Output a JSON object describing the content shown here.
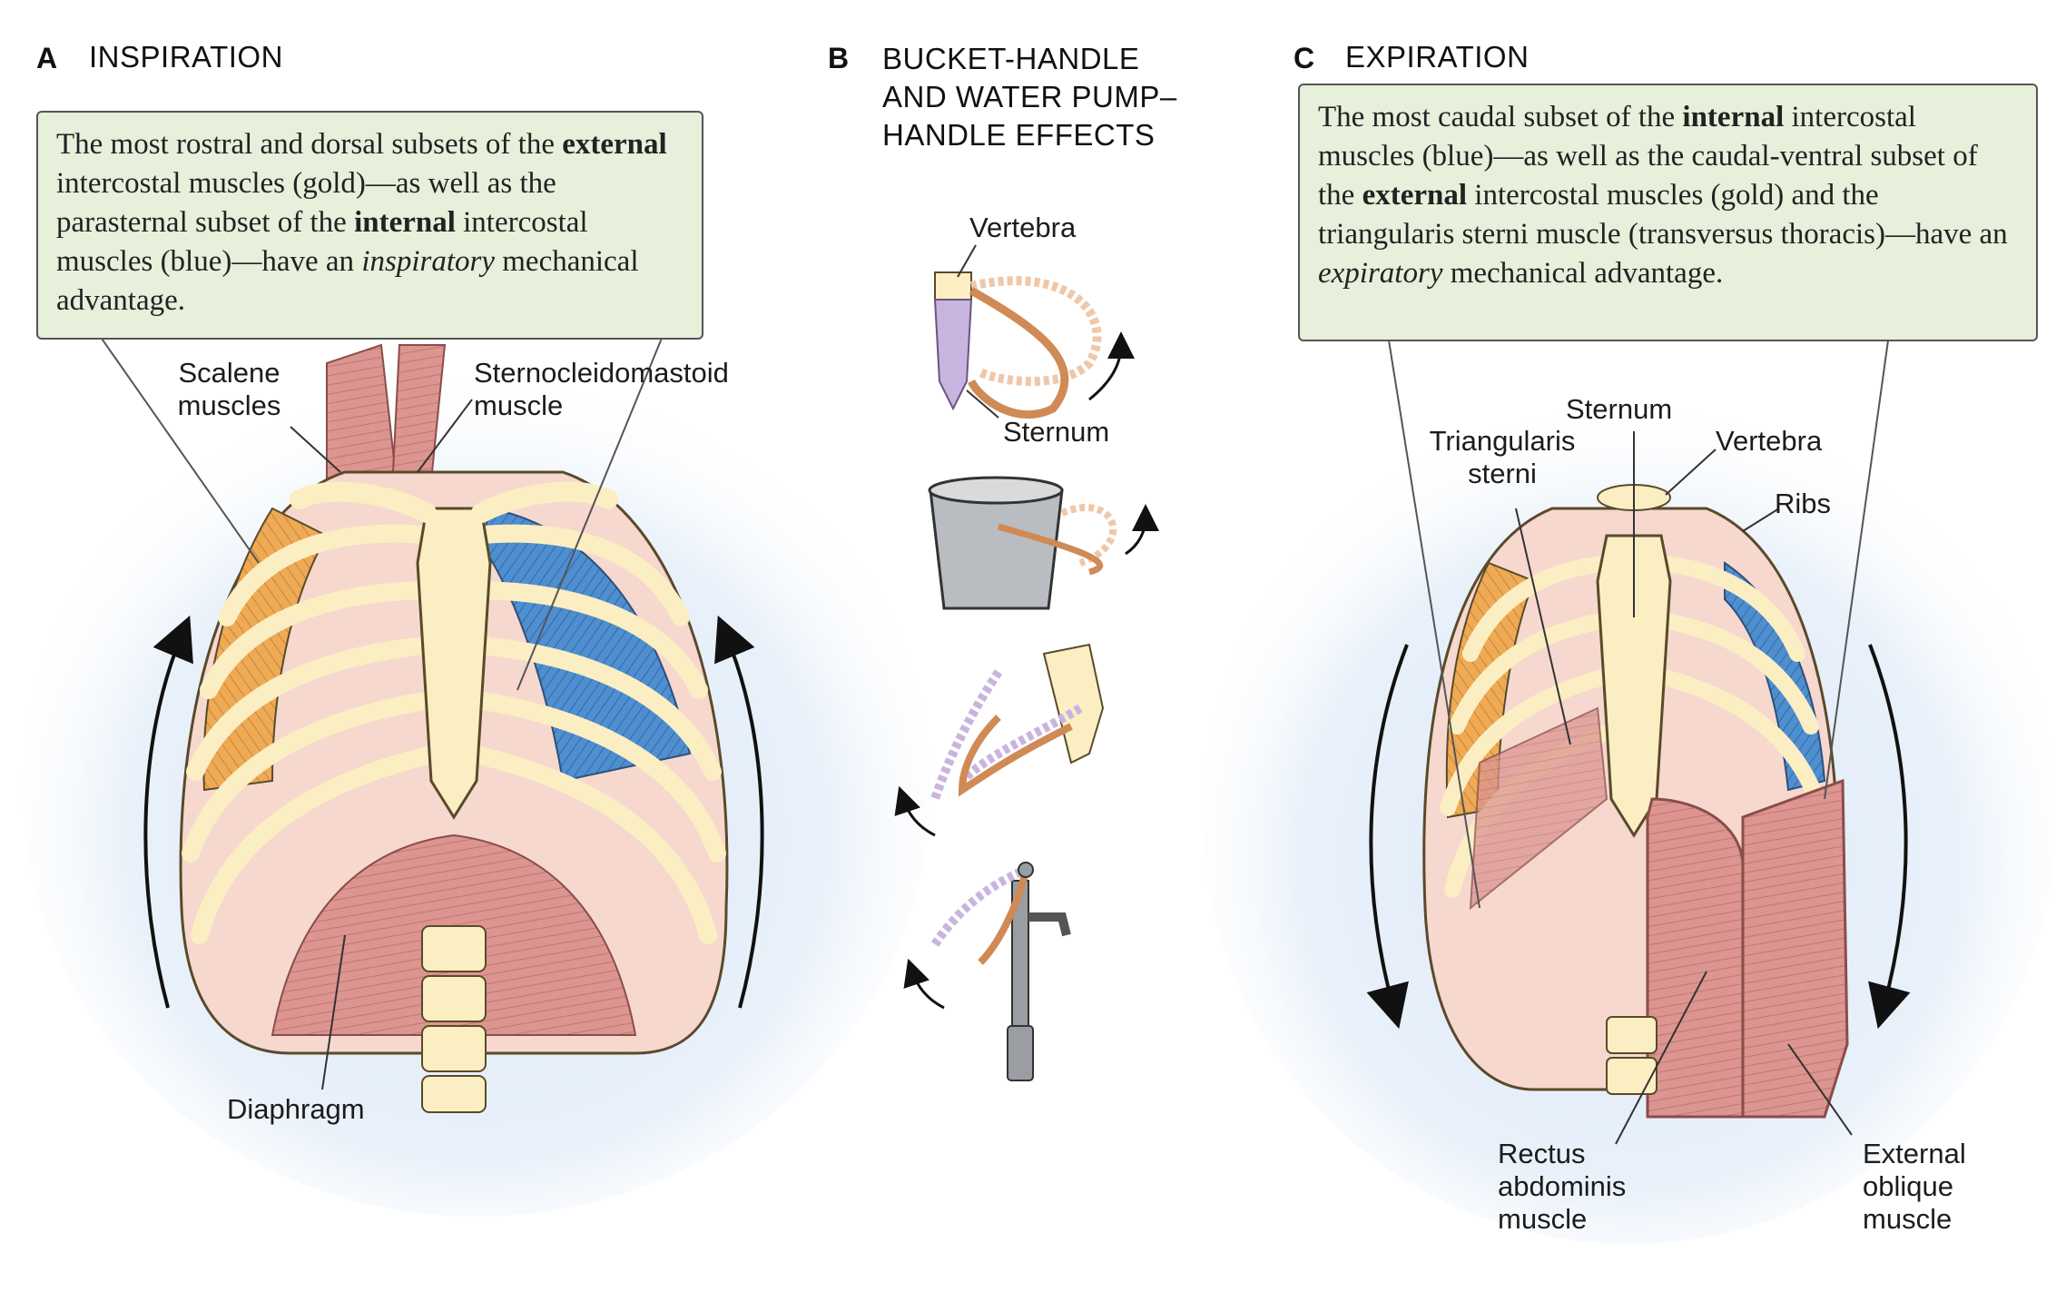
{
  "panels": {
    "a": {
      "letter": "A",
      "title": "INSPIRATION",
      "callout": {
        "p1": "The most rostral and dorsal subsets of the ",
        "b1": "external",
        "p2": " intercostal muscles (gold)—as well as the parasternal subset of the ",
        "b2": "internal",
        "p3": " intercostal muscles (blue)—have an ",
        "i1": "inspiratory",
        "p4": " mechanical advantage."
      },
      "labels": {
        "scalene_1": "Scalene",
        "scalene_2": "muscles",
        "scm_1": "Sternocleidomastoid",
        "scm_2": "muscle",
        "diaphragm": "Diaphragm"
      }
    },
    "b": {
      "letter": "B",
      "title_1": "BUCKET-HANDLE",
      "title_2": "AND WATER PUMP–",
      "title_3": "HANDLE  EFFECTS",
      "labels": {
        "vertebra": "Vertebra",
        "sternum": "Sternum"
      }
    },
    "c": {
      "letter": "C",
      "title": "EXPIRATION",
      "callout": {
        "p1": "The most caudal subset of the ",
        "b1": "internal",
        "p2": " intercostal muscles (blue)—as well as the caudal-ventral subset of the ",
        "b2": "external",
        "p3": " intercostal muscles (gold) and the triangularis sterni muscle (transversus thoracis)—have an ",
        "i1": "expiratory",
        "p4": " mechanical advantage."
      },
      "labels": {
        "sternum": "Sternum",
        "triang_1": "Triangularis",
        "triang_2": "sterni",
        "vertebra": "Vertebra",
        "ribs": "Ribs",
        "rectus_1": "Rectus",
        "rectus_2": "abdominis",
        "rectus_3": "muscle",
        "extobl_1": "External",
        "extobl_2": "oblique",
        "extobl_3": "muscle"
      }
    }
  },
  "colors": {
    "bone": "#fbeec2",
    "bone_outline": "#5a4a2a",
    "external_intercostal_gold": "#eeaa55",
    "internal_intercostal_blue": "#4f8fd0",
    "muscle_pink": "#dc9590",
    "callout_bg": "#e6f0da",
    "glow_blue": "#cfe1f5",
    "handle_orange": "#d08a55",
    "handle_ghost": "#f0c7a8",
    "lavender": "#c9b4df"
  }
}
